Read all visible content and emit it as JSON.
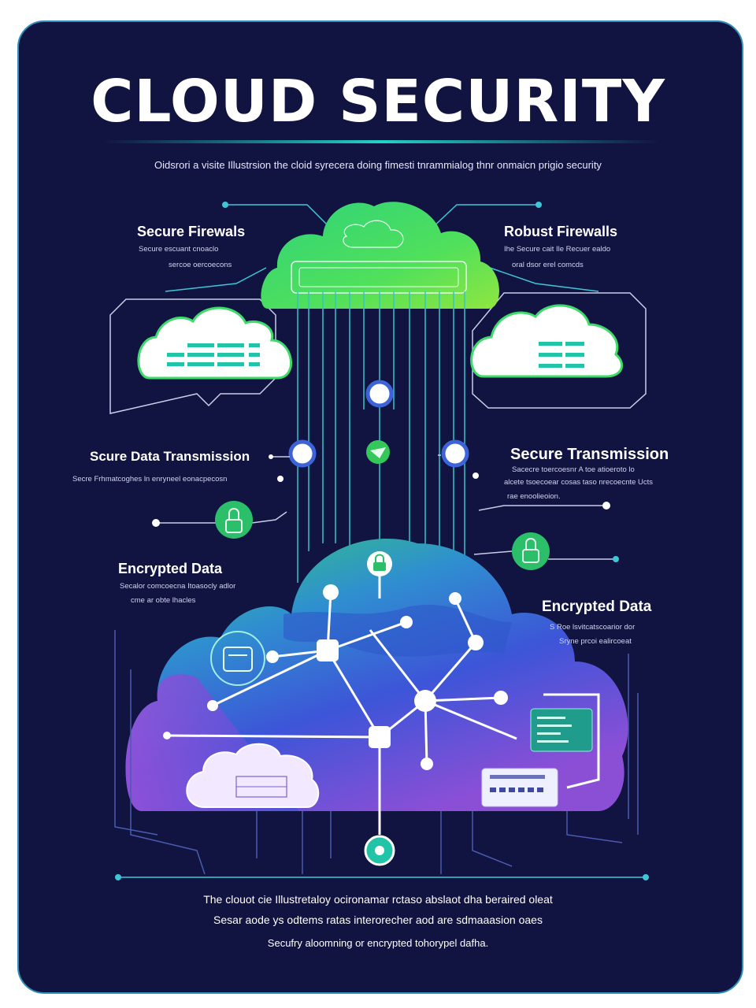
{
  "title": "CLOUD SECURITY",
  "subtitle": "Oidsrori a visite Illustrsion the cloid syrecera doing fimesti tnrammialog thnr onmaicn prigio security",
  "sections": {
    "secure_firewalls": {
      "label": "Secure Firewals",
      "desc_lines": [
        "Secure escuant cnoaclo",
        "sercoe oercoecons"
      ]
    },
    "robust_firewalls": {
      "label": "Robust Firewalls",
      "desc_lines": [
        "Ihe Secure cait Ile Recuer ealdo",
        "oral dsor erel comcds"
      ]
    },
    "secure_data_transmission": {
      "label": "Scure Data Transmission",
      "desc_lines": [
        "Secre Frhmatcoghes ln enryneel eonacpecosn"
      ]
    },
    "secure_transmission": {
      "label": "Secure Transmission",
      "desc_lines": [
        "Sacecre toercoesnr A toe atioeroto lo",
        "alcete tsoecoear cosas taso nrecoecnte Ucts",
        "rae enoolieoion."
      ]
    },
    "encrypted_data_left": {
      "label": "Encrypted Data",
      "desc_lines": [
        "Secalor comcoecna Itoasocly adlor",
        "cme ar obte lhacles"
      ]
    },
    "encrypted_data_right": {
      "label": "Encrypted Data",
      "desc_lines": [
        "S Roe lsvitcatscoarior dor",
        "Sryne prcoi ealircoeat"
      ]
    }
  },
  "footer_lines": [
    "The clouot cie Illustretaloy ocironamar rctaso abslaot dha beraired oleat",
    "Sesar aode ys odtems ratas interorecher aod are sdmaaasion oaes",
    "Secufry aloomning or encrypted tohorypel dafha."
  ],
  "colors": {
    "background": "#111340",
    "frame": "#2f8fb8",
    "accent_green": "#3ddc6a",
    "accent_cyan": "#22d3c5",
    "accent_blue": "#3d63d9",
    "accent_purple": "#8b4fd6",
    "text": "#ffffff"
  },
  "icons": [
    "cloud-icon",
    "lock-icon",
    "shield-icon",
    "server-icon",
    "network-node-icon"
  ]
}
